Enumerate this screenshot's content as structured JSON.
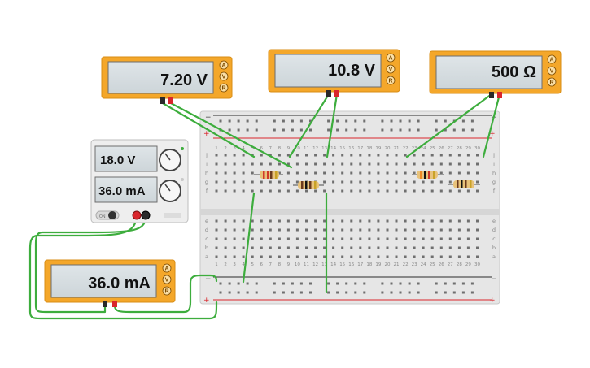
{
  "multimeters": [
    {
      "id": "voltmeter-1",
      "reading": "7.20 V"
    },
    {
      "id": "voltmeter-2",
      "reading": "10.8 V"
    },
    {
      "id": "ohmmeter",
      "reading": "500 Ω"
    },
    {
      "id": "ammeter",
      "reading": "36.0 mA"
    }
  ],
  "meter_modes": [
    "A",
    "V",
    "R"
  ],
  "power_supply": {
    "voltage": "18.0 V",
    "current": "36.0 mA",
    "toggle_label": "ON"
  },
  "breadboard": {
    "column_numbers": [
      "1",
      "2",
      "3",
      "4",
      "5",
      "6",
      "7",
      "8",
      "9",
      "10",
      "11",
      "12",
      "13",
      "14",
      "15",
      "16",
      "17",
      "18",
      "19",
      "20",
      "21",
      "22",
      "23",
      "24",
      "25",
      "26",
      "27",
      "28",
      "29",
      "30"
    ],
    "row_letters_top": [
      "j",
      "i",
      "h",
      "g",
      "f"
    ],
    "row_letters_bottom": [
      "e",
      "d",
      "c",
      "b",
      "a"
    ],
    "rail_minus": "−",
    "rail_plus": "+"
  },
  "colors": {
    "meter_body": "#f4a72a",
    "wire": "#3dad3d",
    "rail_red": "#d9262c",
    "rail_black": "#2a2a2a"
  }
}
